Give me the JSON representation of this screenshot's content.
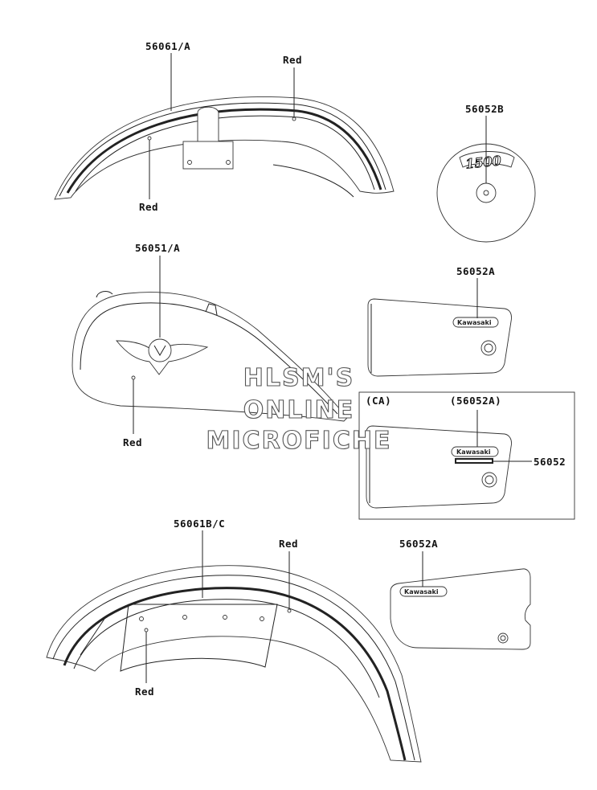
{
  "labels": {
    "front_fender_part": "56061/A",
    "front_fender_red_top": "Red",
    "front_fender_red_bottom": "Red",
    "emblem_1500_part": "56052B",
    "emblem_1500_text": "1500",
    "tank_part": "56051/A",
    "tank_red": "Red",
    "side_cover_upper_part": "56052A",
    "ca_box_tag": "(CA)",
    "ca_box_part": "(56052A)",
    "ca_box_extra_part": "56052",
    "rear_fender_part": "56061B/C",
    "rear_fender_red_top": "Red",
    "rear_fender_red_bottom": "Red",
    "side_cover_lower_part": "56052A",
    "badge_text": "Kawasaki"
  },
  "watermark": {
    "line1": "HLSM'S",
    "line2": "ONLINE",
    "line3": "MICROFICHE"
  }
}
